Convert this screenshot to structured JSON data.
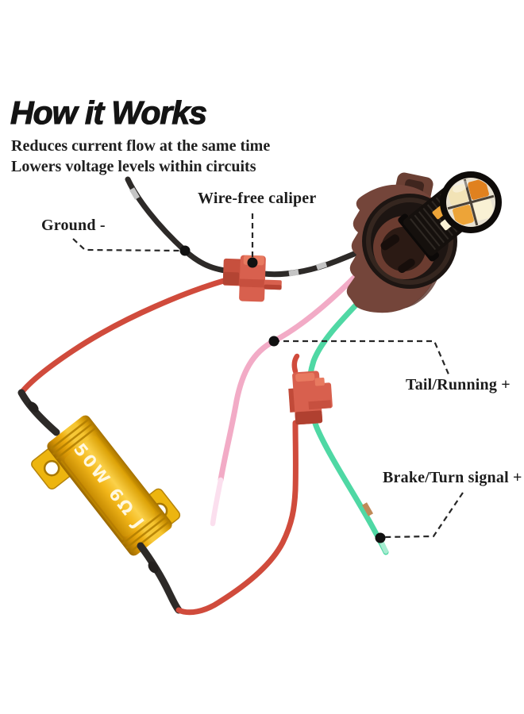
{
  "header": {
    "title": "How it Works",
    "subtitle_line1": "Reduces current flow at the same time",
    "subtitle_line2": "Lowers voltage levels within circuits"
  },
  "labels": {
    "ground": "Ground -",
    "caliper": "Wire-free caliper",
    "tail": "Tail/Running +",
    "brake": "Brake/Turn signal +"
  },
  "resistor": {
    "marking": "50W 6Ω J"
  },
  "colors": {
    "background": "#ffffff",
    "text": "#1c1c1c",
    "wire_black": "#2d2a28",
    "wire_red": "#d04b3c",
    "wire_pink": "#f2abc6",
    "wire_pink_tip": "#fbdfee",
    "wire_green": "#4fd8a4",
    "connector_red": "#d8604e",
    "resistor_gold": "#f2b212",
    "socket_brown": "#74453a",
    "led_amber": "#eda438",
    "led_orange": "#e0811f",
    "led_cream": "#f9f1d4"
  }
}
